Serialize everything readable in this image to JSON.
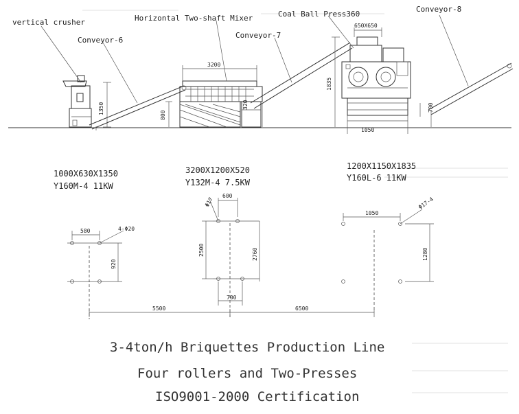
{
  "labels": {
    "vertical_crusher": "vertical crusher",
    "conveyor_6": "Conveyor-6",
    "mixer": "Horizontal Two-shaft Mixer",
    "coal_ball_press": "Coal Ball Press360",
    "conveyor_7": "Conveyor-7",
    "conveyor_8": "Conveyor-8"
  },
  "elevation_dims": {
    "crusher_height": "1350",
    "mixer_length": "3200",
    "mixer_base": "800",
    "mixer_side": "320",
    "press_top": "650X650",
    "press_height": "1835",
    "press_base": "1050",
    "conveyor8_end": "700"
  },
  "specs": {
    "crusher_size": "1000X630X1350",
    "crusher_motor": "Y160M-4  11KW",
    "mixer_size": "3200X1200X520",
    "mixer_motor": "Y132M-4  7.5KW",
    "press_size": "1200X1150X1835",
    "press_motor": "Y160L-6  11KW"
  },
  "foundation_dims": {
    "crusher_width": "580",
    "crusher_holes": "4-Φ20",
    "crusher_depth": "920",
    "mixer_hole": "Φ17",
    "mixer_width": "600",
    "mixer_depth": "2500",
    "mixer_depth2": "2760",
    "mixer_bottom": "700",
    "press_width": "1050",
    "press_holes": "Φ17-4",
    "press_depth": "1280",
    "spacing_1": "5500",
    "spacing_2": "6500"
  },
  "title": {
    "line1": "3-4ton/h Briquettes Production Line",
    "line2": "Four rollers and Two-Presses",
    "line3": "ISO9001-2000 Certification"
  }
}
